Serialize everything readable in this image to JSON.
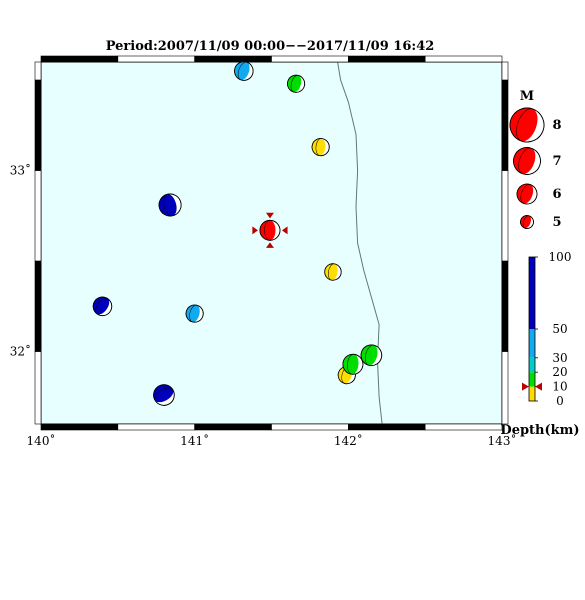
{
  "title": "Period:2007/11/09 00:00−−2017/11/09 16:42",
  "chart_data": {
    "type": "map",
    "lon_range": [
      140,
      143
    ],
    "lat_range": [
      31.6,
      33.6
    ],
    "lon_ticks": [
      {
        "value": 140,
        "label": "140˚"
      },
      {
        "value": 141,
        "label": "141˚"
      },
      {
        "value": 142,
        "label": "142˚"
      },
      {
        "value": 143,
        "label": "143˚"
      }
    ],
    "lat_ticks": [
      {
        "value": 33,
        "label": "33˚"
      },
      {
        "value": 32,
        "label": "32˚"
      }
    ],
    "coastline": [
      [
        141.93,
        33.6
      ],
      [
        141.95,
        33.5
      ],
      [
        142.0,
        33.38
      ],
      [
        142.05,
        33.2
      ],
      [
        142.06,
        33.0
      ],
      [
        142.05,
        32.8
      ],
      [
        142.06,
        32.6
      ],
      [
        142.1,
        32.45
      ],
      [
        142.15,
        32.3
      ],
      [
        142.2,
        32.15
      ],
      [
        142.19,
        31.95
      ],
      [
        142.2,
        31.75
      ],
      [
        142.22,
        31.6
      ]
    ],
    "events": [
      {
        "lon": 141.32,
        "lat": 33.55,
        "mag": 5.8,
        "depth": 40,
        "strike": 20
      },
      {
        "lon": 141.66,
        "lat": 33.48,
        "mag": 5.6,
        "depth": 15,
        "strike": 15
      },
      {
        "lon": 141.82,
        "lat": 33.13,
        "mag": 5.6,
        "depth": 5,
        "strike": 5
      },
      {
        "lon": 140.84,
        "lat": 32.81,
        "mag": 6.3,
        "depth": 70,
        "strike": -15
      },
      {
        "lon": 141.49,
        "lat": 32.67,
        "mag": 6.0,
        "depth": 5,
        "strike": 0,
        "latest": true
      },
      {
        "lon": 141.9,
        "lat": 32.44,
        "mag": 5.5,
        "depth": 5,
        "strike": 10
      },
      {
        "lon": 140.4,
        "lat": 32.25,
        "mag": 5.8,
        "depth": 60,
        "strike": 35
      },
      {
        "lon": 141.0,
        "lat": 32.21,
        "mag": 5.6,
        "depth": 35,
        "strike": 15
      },
      {
        "lon": 141.99,
        "lat": 31.87,
        "mag": 5.6,
        "depth": 5,
        "strike": 15
      },
      {
        "lon": 142.03,
        "lat": 31.93,
        "mag": 6.0,
        "depth": 15,
        "strike": 5
      },
      {
        "lon": 142.15,
        "lat": 31.98,
        "mag": 6.1,
        "depth": 15,
        "strike": 15
      },
      {
        "lon": 140.8,
        "lat": 31.76,
        "mag": 6.1,
        "depth": 80,
        "strike": 60
      }
    ],
    "magnitude_legend": {
      "label": "M",
      "items": [
        {
          "label": "8",
          "mag": 8
        },
        {
          "label": "7",
          "mag": 7
        },
        {
          "label": "6",
          "mag": 6
        },
        {
          "label": "5",
          "mag": 5
        }
      ]
    },
    "depth_scale": {
      "label": "Depth(km)",
      "ticks": [
        {
          "value": 100,
          "label": "100"
        },
        {
          "value": 50,
          "label": "50"
        },
        {
          "value": 30,
          "label": "30"
        },
        {
          "value": 20,
          "label": "20"
        },
        {
          "value": 10,
          "label": "10"
        },
        {
          "value": 0,
          "label": "0"
        }
      ],
      "bands": [
        {
          "from": 0,
          "to": 10,
          "color": "#ffdd00"
        },
        {
          "from": 10,
          "to": 20,
          "color": "#00dd00"
        },
        {
          "from": 20,
          "to": 30,
          "color": "#00cccc"
        },
        {
          "from": 30,
          "to": 50,
          "color": "#11aaee"
        },
        {
          "from": 50,
          "to": 100,
          "color": "#0000bb"
        }
      ],
      "marker_depth": 10,
      "marker_color": "#bb0000"
    }
  },
  "colors": {
    "sea": "#e8ffff",
    "coast": "#5a7a7a",
    "latest_event": "#ff0000",
    "legend_beachball": "#ff0000"
  }
}
